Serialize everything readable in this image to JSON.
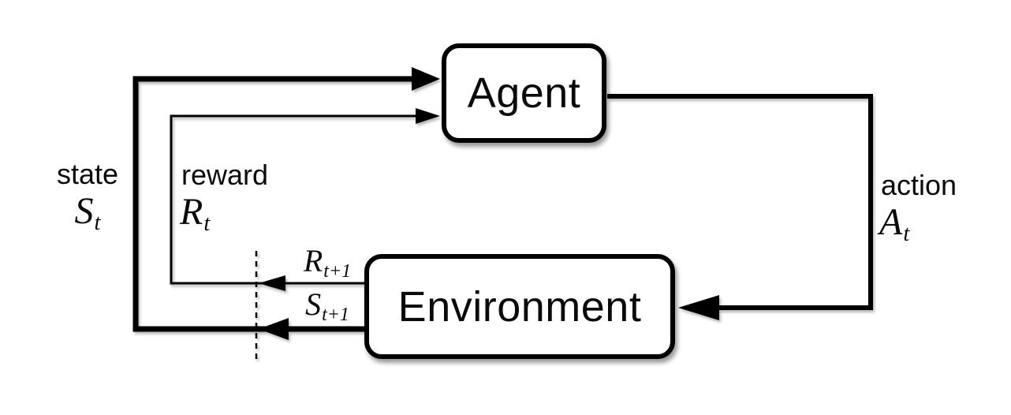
{
  "diagram": {
    "background_color": "#ffffff",
    "ink_color": "#000000",
    "nodes": {
      "agent": {
        "label": "Agent"
      },
      "environment": {
        "label": "Environment"
      }
    },
    "edges": {
      "state": {
        "word": "state",
        "symbol": {
          "base": "S",
          "sub": "t"
        }
      },
      "reward": {
        "word": "reward",
        "symbol": {
          "base": "R",
          "sub": "t"
        }
      },
      "action": {
        "word": "action",
        "symbol": {
          "base": "A",
          "sub": "t"
        }
      },
      "next_reward": {
        "symbol": {
          "base": "R",
          "sub": "t+1"
        }
      },
      "next_state": {
        "symbol": {
          "base": "S",
          "sub": "t+1"
        }
      }
    }
  }
}
